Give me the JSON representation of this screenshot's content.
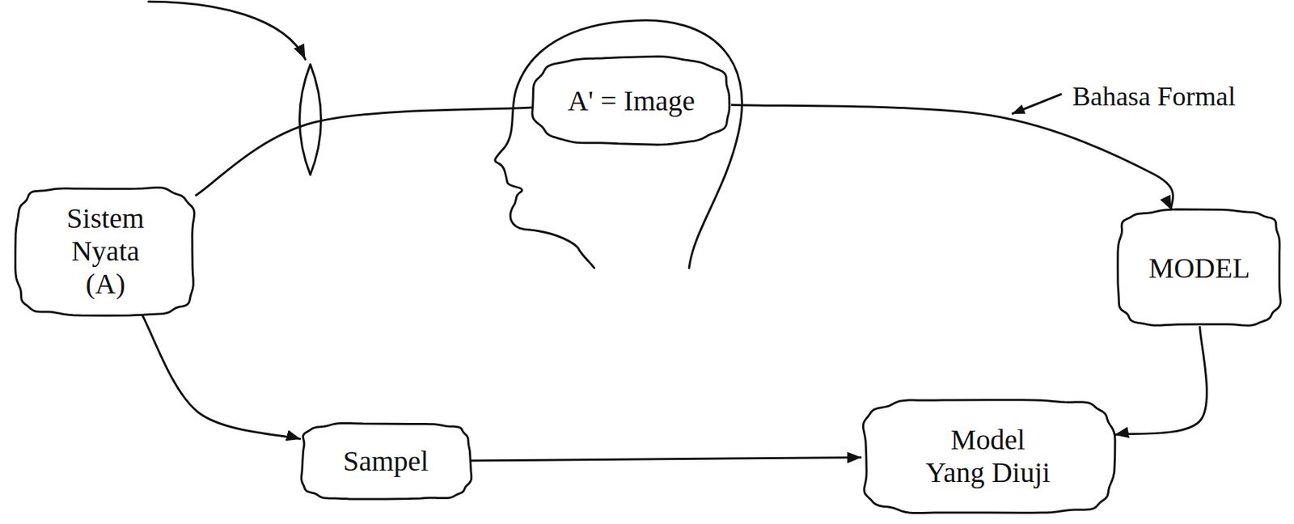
{
  "diagram": {
    "nodes": [
      {
        "text": [
          "Sistem Nyata (A)"
        ]
      },
      {
        "text": [
          "A' = Image"
        ]
      },
      {
        "text": [
          "MODEL"
        ]
      },
      {
        "text": [
          "Sampel"
        ]
      },
      {
        "text": [
          "Model Yang Diuji"
        ]
      }
    ],
    "edges": [
      {
        "from": 0,
        "to": 1,
        "arrow": "none"
      },
      {
        "from": 1,
        "to": 2,
        "arrow": "to"
      },
      {
        "from": 2,
        "to": 4,
        "arrow": "to"
      },
      {
        "from": 0,
        "to": 3,
        "arrow": "to"
      },
      {
        "from": 3,
        "to": 4,
        "arrow": "to"
      }
    ],
    "labels": [
      "Bahasa Formal"
    ]
  }
}
